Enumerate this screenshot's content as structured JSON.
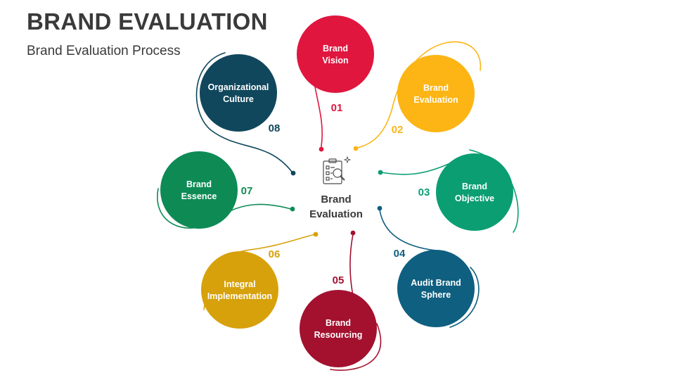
{
  "header": {
    "title": "BRAND EVALUATION",
    "subtitle": "Brand Evaluation Process"
  },
  "center": {
    "icon": "checklist-magnifier-icon",
    "label_lines": [
      "Brand",
      "Evaluation"
    ]
  },
  "steps": [
    {
      "number": "01",
      "label_lines": [
        "Brand",
        "Vision"
      ],
      "color": "#e0163f"
    },
    {
      "number": "02",
      "label_lines": [
        "Brand",
        "Evaluation"
      ],
      "color": "#fcb514"
    },
    {
      "number": "03",
      "label_lines": [
        "Brand",
        "Objective"
      ],
      "color": "#0b9e73"
    },
    {
      "number": "04",
      "label_lines": [
        "Audit Brand",
        "Sphere"
      ],
      "color": "#0f5f80"
    },
    {
      "number": "05",
      "label_lines": [
        "Brand",
        "Resourcing"
      ],
      "color": "#a3112f"
    },
    {
      "number": "06",
      "label_lines": [
        "Integral",
        "Implementation"
      ],
      "color": "#d7a10b"
    },
    {
      "number": "07",
      "label_lines": [
        "Brand",
        "Essence"
      ],
      "color": "#0e8b55"
    },
    {
      "number": "08",
      "label_lines": [
        "Organizational",
        "Culture"
      ],
      "color": "#10475c"
    }
  ]
}
